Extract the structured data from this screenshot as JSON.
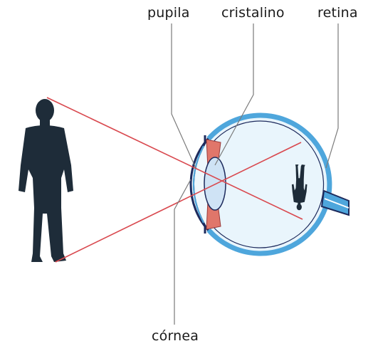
{
  "labels": {
    "pupila": "pupila",
    "cristalino": "cristalino",
    "retina": "retina",
    "cornea": "córnea"
  },
  "colors": {
    "ray": "#d9494f",
    "eye_outline": "#1d2a5c",
    "eye_fill": "#e9f5fc",
    "eye_band": "#4ea6dc",
    "iris": "#e0766a",
    "lens": "#cfe3f5",
    "silhouette": "#1e2c39",
    "leader": "#7a7a7a"
  }
}
